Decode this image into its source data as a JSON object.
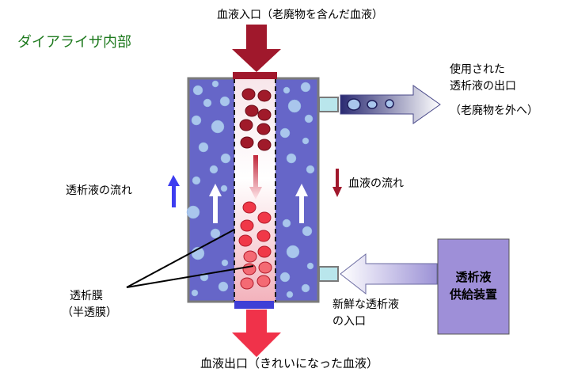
{
  "title": "ダイアライザ内部",
  "labels": {
    "blood_inlet": "血液入口（老廃物を含んだ血液）",
    "blood_outlet": "血液出口（きれいになった血液）",
    "used_dialysate_outlet_line1": "使用された",
    "used_dialysate_outlet_line2": "透析液の出口",
    "used_dialysate_outlet_line3": "（老廃物を外へ）",
    "dialysate_flow": "透析液の流れ",
    "blood_flow": "血液の流れ",
    "membrane_line1": "透析膜",
    "membrane_line2": "（半透膜）",
    "fresh_dialysate_inlet_line1": "新鮮な透析液",
    "fresh_dialysate_inlet_line2": "の入口",
    "supply_device_line1": "透析液",
    "supply_device_line2": "供給装置"
  },
  "colors": {
    "dialysate": "#6666c8",
    "blood_inlet_arrow": "#a0182c",
    "blood_outlet_arrow": "#f0324a",
    "dirty_blood_cell": "#a01a2a",
    "clean_blood_cell": "#f03848",
    "supply_device": "#9e8fd8",
    "title": "#1e7a1e"
  }
}
